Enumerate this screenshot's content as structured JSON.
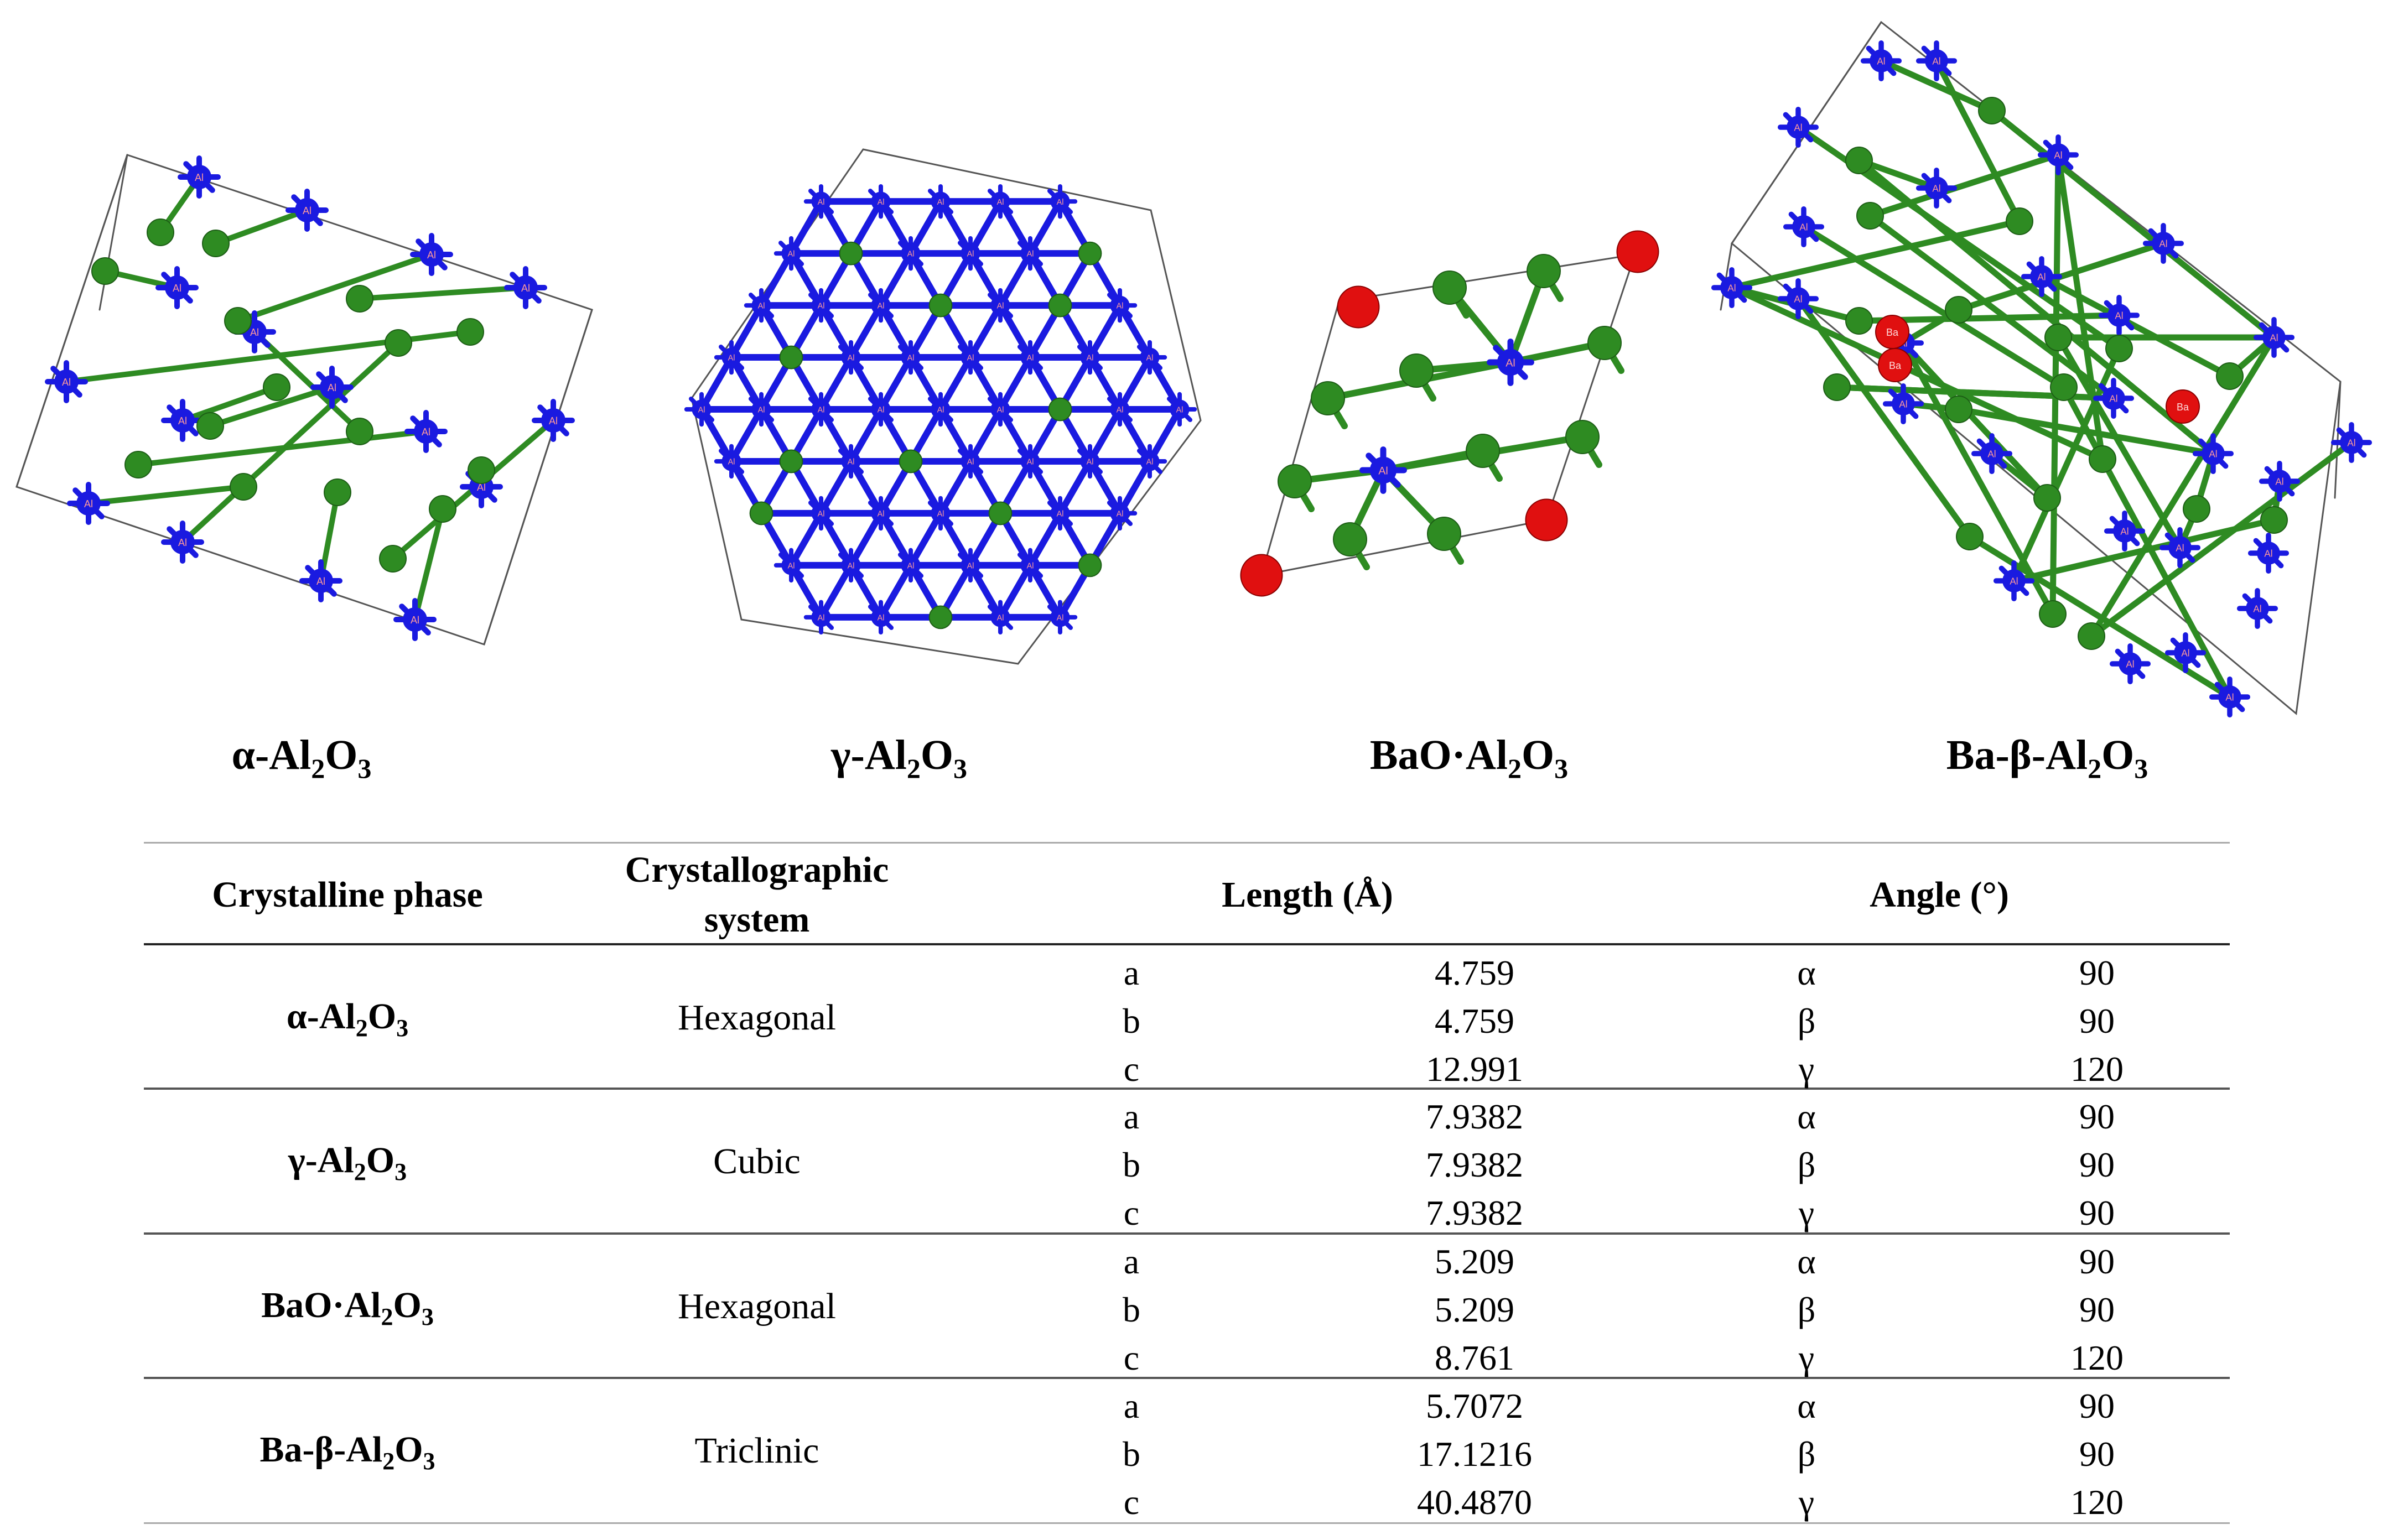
{
  "structures": [
    {
      "id": "alpha",
      "caption_pre": "α-Al",
      "caption_sub1": "2",
      "caption_mid": "O",
      "caption_sub2": "3"
    },
    {
      "id": "gamma",
      "caption_pre": "γ-Al",
      "caption_sub1": "2",
      "caption_mid": "O",
      "caption_sub2": "3"
    },
    {
      "id": "baoal",
      "caption_pre": "BaO·Al",
      "caption_sub1": "2",
      "caption_mid": "O",
      "caption_sub2": "3"
    },
    {
      "id": "babeta",
      "caption_pre": "Ba-β-Al",
      "caption_sub1": "2",
      "caption_mid": "O",
      "caption_sub2": "3"
    }
  ],
  "atom_labels": {
    "al": "Al",
    "ba": "Ba"
  },
  "colors": {
    "al": "#1a1ae0",
    "o": "#2e8b22",
    "ba": "#e01010",
    "cell": "#555555",
    "rule": "#777777"
  },
  "table": {
    "headers": {
      "phase": "Crystalline  phase",
      "system_line1": "Crystallographic",
      "system_line2": "system",
      "length": "Length (Å)",
      "angle": "Angle (°)"
    },
    "rows": [
      {
        "pre": "α-Al",
        "s1": "2",
        "mid": "O",
        "s2": "3",
        "system": "Hexagonal",
        "params": [
          [
            "a",
            "4.759",
            "α",
            "90"
          ],
          [
            "b",
            "4.759",
            "β",
            "90"
          ],
          [
            "c",
            "12.991",
            "γ",
            "120"
          ]
        ]
      },
      {
        "pre": "γ-Al",
        "s1": "2",
        "mid": "O",
        "s2": "3",
        "system": "Cubic",
        "params": [
          [
            "a",
            "7.9382",
            "α",
            "90"
          ],
          [
            "b",
            "7.9382",
            "β",
            "90"
          ],
          [
            "c",
            "7.9382",
            "γ",
            "90"
          ]
        ]
      },
      {
        "pre": "BaO·Al",
        "s1": "2",
        "mid": "O",
        "s2": "3",
        "system": "Hexagonal",
        "params": [
          [
            "a",
            "5.209",
            "α",
            "90"
          ],
          [
            "b",
            "5.209",
            "β",
            "90"
          ],
          [
            "c",
            "8.761",
            "γ",
            "120"
          ]
        ]
      },
      {
        "pre": "Ba-β-Al",
        "s1": "2",
        "mid": "O",
        "s2": "3",
        "system": "Triclinic",
        "params": [
          [
            "a",
            "5.7072",
            "α",
            "90"
          ],
          [
            "b",
            "17.1216",
            "β",
            "90"
          ],
          [
            "c",
            "40.4870",
            "γ",
            "120"
          ]
        ]
      }
    ]
  }
}
